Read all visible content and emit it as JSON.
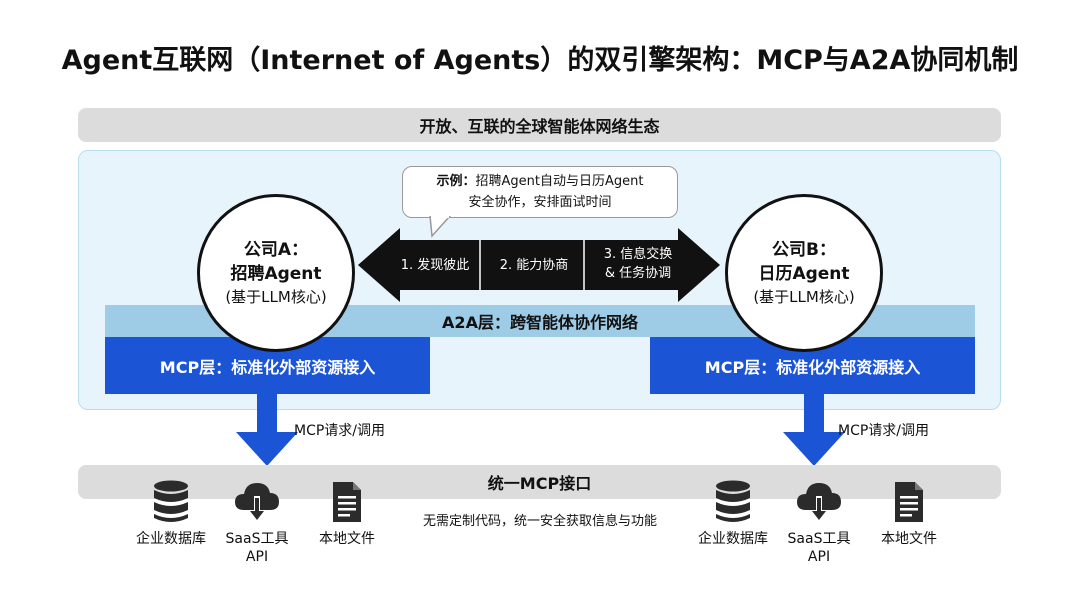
{
  "title": "Agent互联网（Internet of Agents）的双引擎架构：MCP与A2A协同机制",
  "ecosystem_label": "开放、互联的全球智能体网络生态",
  "callout": {
    "prefix": "示例：",
    "line1": "招聘Agent自动与日历Agent",
    "line2": "安全协作，安排面试时间"
  },
  "agent_a": {
    "line1": "公司A：",
    "line2": "招聘Agent",
    "line3": "(基于LLM核心)"
  },
  "agent_b": {
    "line1": "公司B：",
    "line2": "日历Agent",
    "line3": "(基于LLM核心)"
  },
  "steps": [
    {
      "label": "1. 发现彼此"
    },
    {
      "label": "2. 能力协商"
    },
    {
      "label_line1": "3. 信息交换",
      "label_line2": "& 任务协调"
    }
  ],
  "a2a_layer": "A2A层：跨智能体协作网络",
  "mcp_layer_left": "MCP层：标准化外部资源接入",
  "mcp_layer_right": "MCP层：标准化外部资源接入",
  "mcp_request_left": "MCP请求/调用",
  "mcp_request_right": "MCP请求/调用",
  "unified_interface": "统一MCP接口",
  "note": "无需定制代码，统一安全获取信息与功能",
  "resources_left": [
    {
      "icon": "database-icon",
      "line1": "企业数据库",
      "line2": ""
    },
    {
      "icon": "cloud-download-icon",
      "line1": "SaaS工具",
      "line2": "API"
    },
    {
      "icon": "document-icon",
      "line1": "本地文件",
      "line2": ""
    }
  ],
  "resources_right": [
    {
      "icon": "database-icon",
      "line1": "企业数据库",
      "line2": ""
    },
    {
      "icon": "cloud-download-icon",
      "line1": "SaaS工具",
      "line2": "API"
    },
    {
      "icon": "document-icon",
      "line1": "本地文件",
      "line2": ""
    }
  ],
  "colors": {
    "mcp_blue": "#1c54d6",
    "a2a_light_blue": "#9ecbe6",
    "region_bg": "#e8f4fb",
    "gray_bar": "#dcdcdc",
    "arrow_dark": "#111111"
  }
}
